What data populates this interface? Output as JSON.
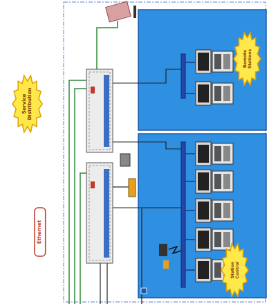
{
  "diagram": {
    "nodes": [
      {
        "text": [
          "Service Distribution"
        ]
      },
      {
        "text": [
          "Ethernet"
        ]
      },
      {
        "text": [
          "Remote Stations"
        ]
      },
      {
        "text": [
          "Station Control"
        ]
      }
    ]
  }
}
